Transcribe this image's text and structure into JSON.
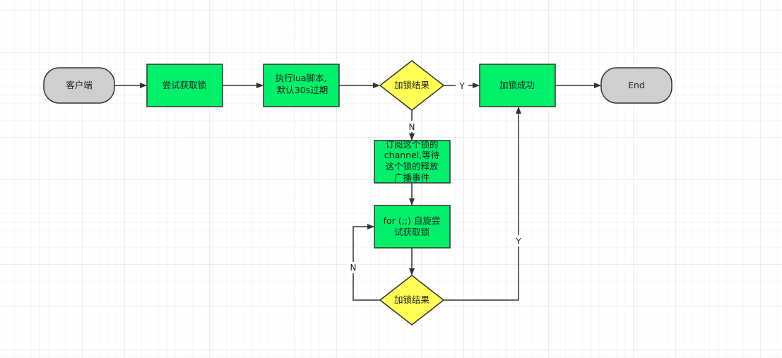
{
  "nodes": {
    "client": "客户端",
    "try_lock": "尝试获取锁",
    "exec_lua_1": "执行lua脚本,",
    "exec_lua_2": "默认30s过期",
    "result_1": "加锁结果",
    "success": "加锁成功",
    "end": "End",
    "subscribe_1": "订阅这个锁的",
    "subscribe_2": "channel,等待",
    "subscribe_3": "这个锁的释放",
    "subscribe_4": "广播事件",
    "spin_1": "for (;;) 自旋尝",
    "spin_2": "试获取锁",
    "result_2": "加锁结果"
  },
  "edges": {
    "yes_to_success": "Y",
    "no_to_subscribe": "N",
    "no_loop_back": "N",
    "yes_up_to_success": "Y"
  },
  "colors": {
    "process_fill": "#00f06a",
    "decision_fill": "#ffff55",
    "terminal_fill": "#cfcfcf",
    "stroke": "#333333"
  }
}
